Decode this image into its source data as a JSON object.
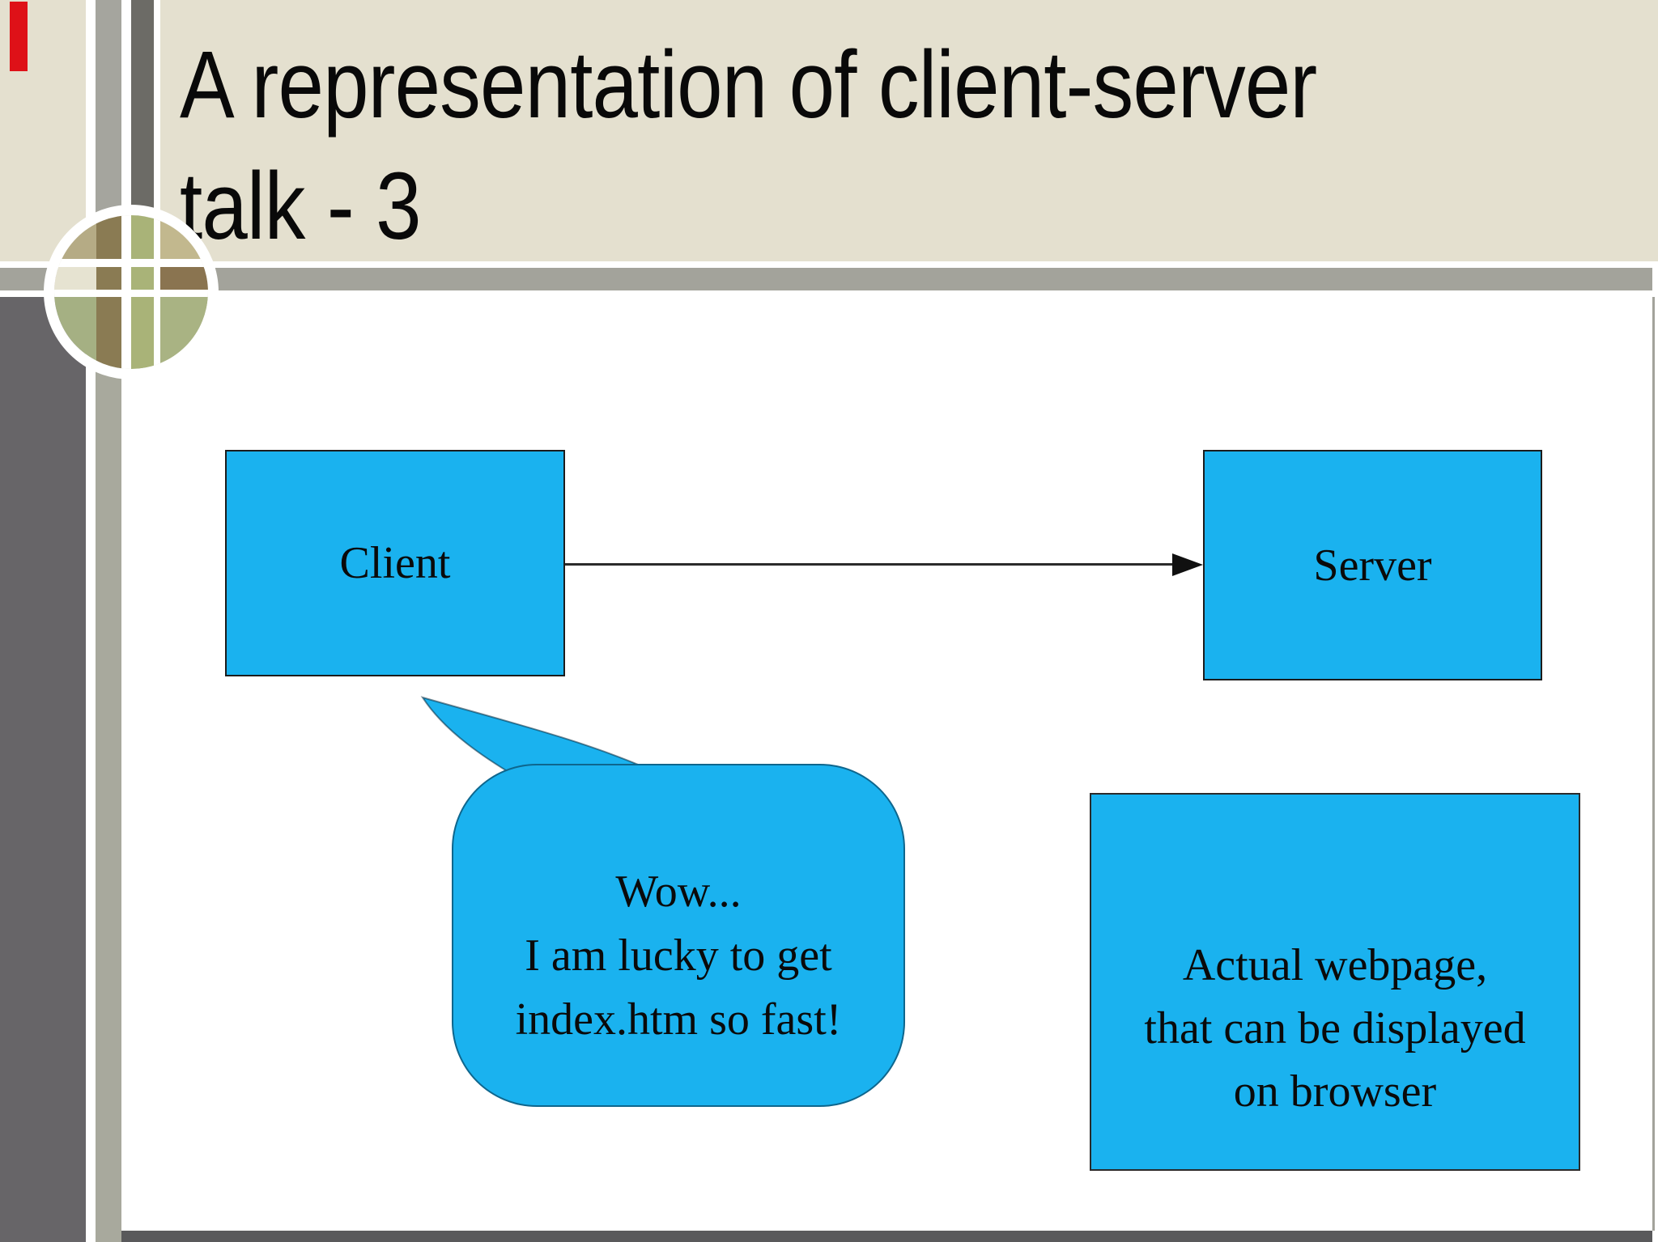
{
  "slide": {
    "title_line1": "A representation of client-server",
    "title_line2": "talk - 3",
    "client_label": "Client",
    "server_label": "Server",
    "bubble": {
      "lines": [
        "Wow...",
        "I am lucky to get",
        "index.htm so fast!"
      ]
    },
    "result_box": {
      "lines": [
        "Actual webpage,",
        "that can be displayed",
        "on browser"
      ]
    }
  },
  "colors": {
    "box_blue": "#1ab2ef",
    "header_beige": "#e4e0cf",
    "bar_gray": "#a3a39b",
    "column_dark": "#676568",
    "stripe_olive_header": "#a5a59e",
    "stripe_olive": "#a8a99d",
    "stripe_dark": "#6c6b66",
    "bottom_bar": "#59595b",
    "marker_red": "#de1118",
    "circle_tl": "#b5ab85",
    "circle_tr": "#c2b88e",
    "circle_bl": "#a5b083",
    "circle_br": "#a9b383",
    "circle_band_cream": "#e6e3d1",
    "circle_band_brown": "#8a7450",
    "circle_stripe_brown": "#8a7b53",
    "circle_stripe_green": "#a9b378"
  }
}
